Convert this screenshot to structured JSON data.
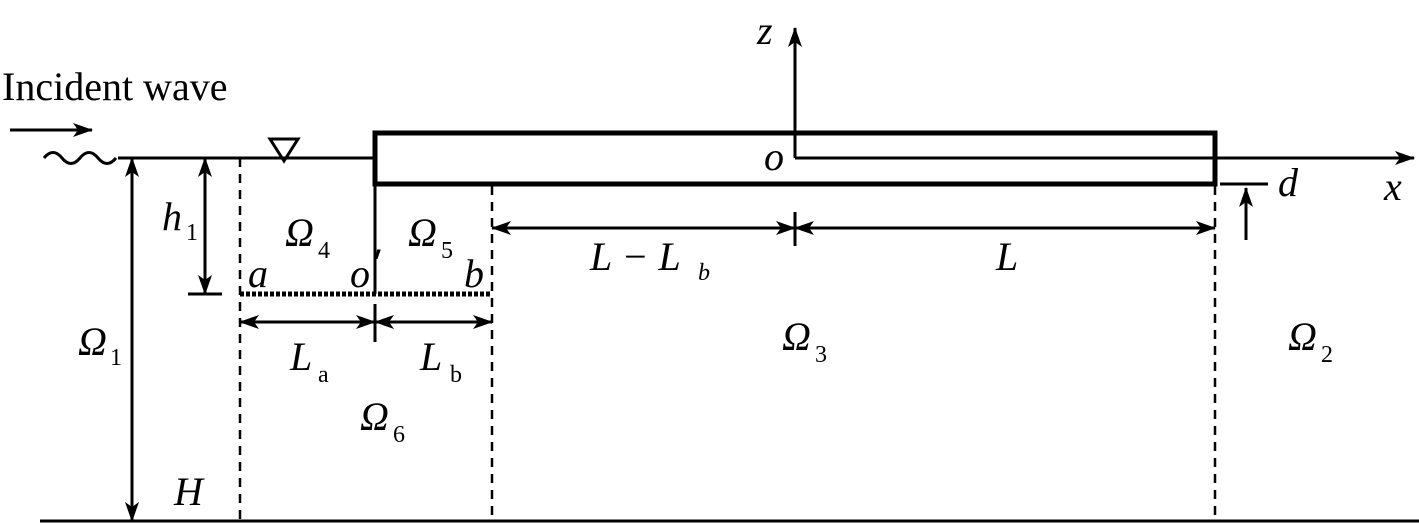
{
  "labels": {
    "incident_wave": "Incident  wave",
    "axis_z": "z",
    "axis_x": "x",
    "origin_o": "o",
    "origin_o_prime": "o",
    "prime": "′",
    "point_a": "a",
    "point_b": "b",
    "depth_h1": "h",
    "depth_h1_sub": "1",
    "depth_H": "H",
    "draft_d": "d",
    "omega": "Ω",
    "omega1_sub": "1",
    "omega2_sub": "2",
    "omega3_sub": "3",
    "omega4_sub": "4",
    "omega5_sub": "5",
    "omega6_sub": "6",
    "L": "L",
    "L_minus_Lb": "L − L",
    "L_minus_Lb_sub": "b",
    "La": "L",
    "La_sub": "a",
    "Lb": "L",
    "Lb_sub": "b"
  }
}
